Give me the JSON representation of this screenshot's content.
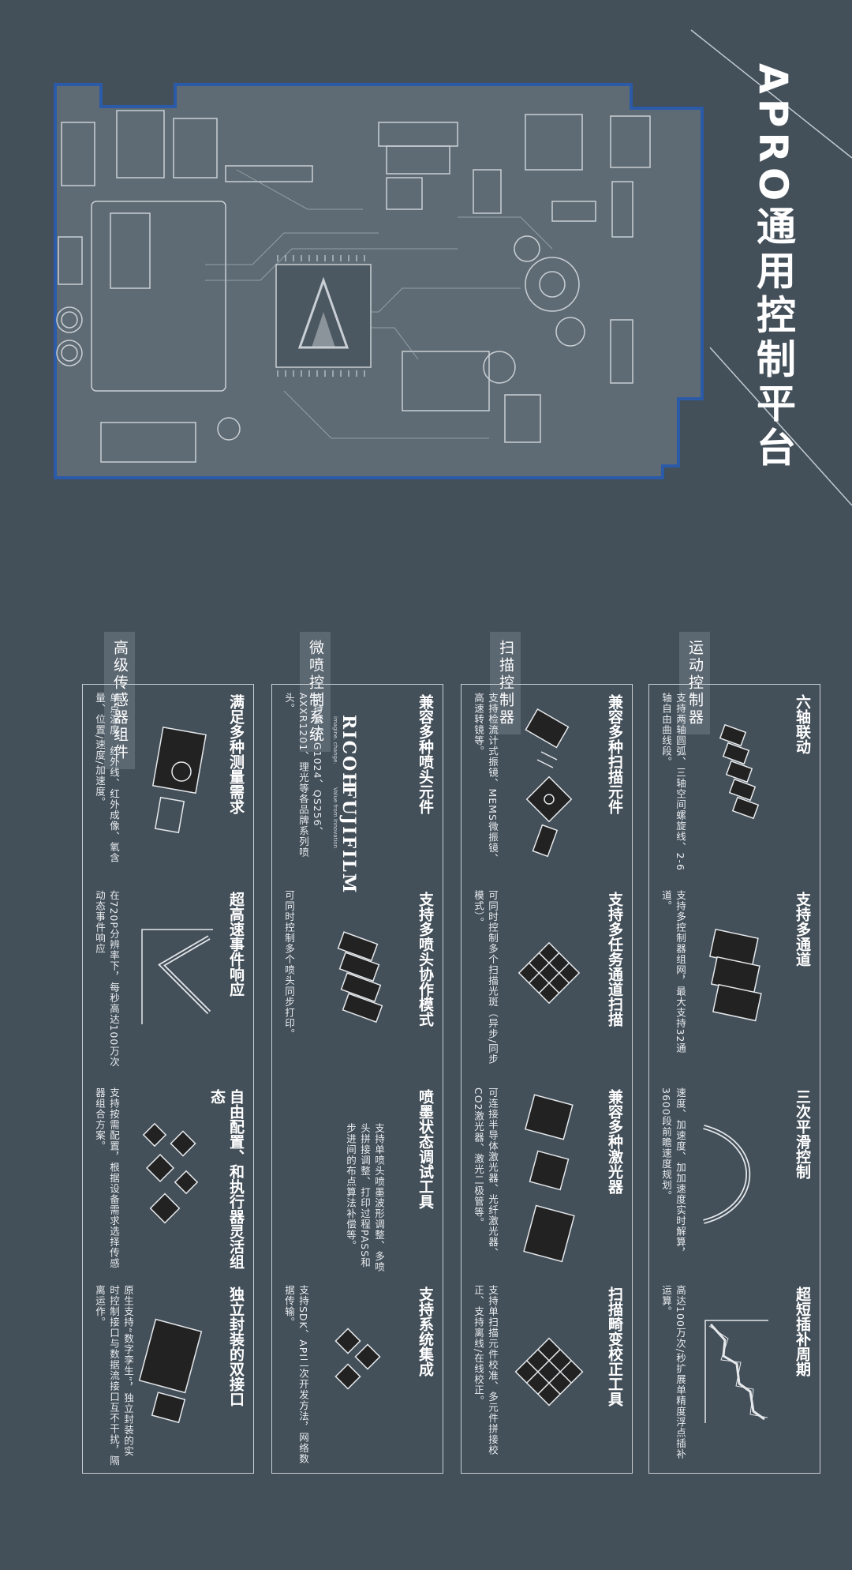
{
  "page": {
    "title": "APRO通用控制平台",
    "background": "#434f59",
    "board_outline_color": "#2a5aa8"
  },
  "columns": [
    {
      "category": "运动控制器",
      "features": [
        {
          "title": "六轴联动",
          "desc": "支持两轴圆弧、三轴空间螺旋线、2-6轴自由曲线段。",
          "icon": "six-axis-motor-icon"
        },
        {
          "title": "支持多通道",
          "desc": "支持多控制器组网，最大支持32通道。",
          "icon": "multi-channel-controller-icon"
        },
        {
          "title": "三次平滑控制",
          "desc": "速度、加速度、加加速度实时解算，3600段前瞻速度规划。",
          "icon": "s-curve-icon"
        },
        {
          "title": "超短插补周期",
          "desc": "高达100万次/秒扩展单精度浮点插补运算。",
          "icon": "interpolation-chart-icon"
        }
      ]
    },
    {
      "category": "扫描控制器",
      "features": [
        {
          "title": "兼容多种扫描元件",
          "desc": "支持检流计式振镜、MEMS微振镜、高速转镜等。",
          "icon": "scan-mirror-icon"
        },
        {
          "title": "支持多任务通道扫描",
          "desc": "可同时控制多个扫描光斑（异步/同步模式）。",
          "icon": "scan-grid-icon"
        },
        {
          "title": "兼容多种激光器",
          "desc": "可连接半导体激光器、光纤激光器、CO2激光器、激光二极管等。",
          "icon": "laser-device-icon"
        },
        {
          "title": "扫描畸变校正工具",
          "desc": "支持单扫描元件校准、多元件拼接校正、支持离线/在线校正。",
          "icon": "distortion-grid-icon"
        }
      ]
    },
    {
      "category": "微喷控制系统",
      "features": [
        {
          "title": "兼容多种喷头元件",
          "desc": "支持富士SG1024、QS256、AXXR1201、理光等各品牌系列喷头。",
          "icon": "printhead-brand-icon",
          "brands": [
            "RICOH",
            "FUJIFILM"
          ],
          "brand_taglines": [
            "imagine. change.",
            "Value from Innovation"
          ]
        },
        {
          "title": "支持多喷头协作模式",
          "desc": "可同时控制多个喷头同步打印。",
          "icon": "multi-printhead-icon"
        },
        {
          "title": "喷墨状态调试工具",
          "desc": "支持单喷头喷墨波形调整、多喷头拼接调整、打印过程PASS和步进间的布点算法补偿等。",
          "icon": "debug-tool-icon"
        },
        {
          "title": "支持系统集成",
          "desc": "支持SDK、API二次开发方法，网络数据传输。",
          "icon": "system-integration-icon"
        }
      ]
    },
    {
      "category": "高级传感器组件",
      "features": [
        {
          "title": "满足多种测量需求",
          "desc": "单点温度、红外线、红外成像、氧含量、位置/速度/加速度。",
          "icon": "sensor-panel-icon"
        },
        {
          "title": "超高速事件响应",
          "desc": "在720P分辨率下，每秒高达100万次动态事件响应",
          "icon": "event-response-icon"
        },
        {
          "title": "自由配置、和执行器灵活组态",
          "desc": "支持按需配置，根据设备需求选择传感器组合方案。",
          "icon": "sensor-modules-icon"
        },
        {
          "title": "独立封装的双接口",
          "desc": "原生支持“数字孪生”，独立封装的实时控制接口与数据流接口互不干扰，隔离运作。",
          "icon": "dual-interface-box-icon"
        }
      ]
    }
  ]
}
